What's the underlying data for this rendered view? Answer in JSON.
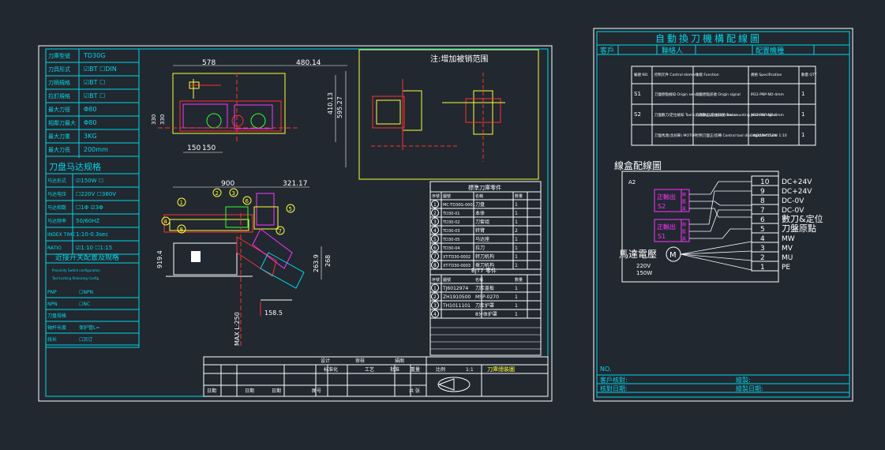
{
  "colors": {
    "background": "#212830",
    "frame": "#ffffff",
    "cyan": "#00d8e8",
    "yellow": "#ffff33",
    "green": "#33ff33",
    "red": "#ff3030",
    "magenta": "#ff33ff",
    "blue": "#3366ff",
    "orange": "#ff9900"
  },
  "left_sheet": {
    "spec_table": {
      "rows": [
        {
          "label": "刀庫型號",
          "value": "TD30G"
        },
        {
          "label": "刀具形式",
          "value": "☑BT  ☐DIN"
        },
        {
          "label": "刀柄規格",
          "value": "☑BT  ☐"
        },
        {
          "label": "拉釘規格",
          "value": "☑BT  ☐"
        },
        {
          "label": "最大刀徑",
          "value": "Φ80"
        },
        {
          "label": "相鄰刀最大",
          "value": "Φ80"
        },
        {
          "label": "最大刀重",
          "value": "3KG"
        },
        {
          "label": "最大刀長",
          "value": "200mm"
        }
      ],
      "section_motor": "刀盘马达规格",
      "motor_rows": [
        {
          "label": "马达形式",
          "value": "☑150W  ☐"
        },
        {
          "label": "马达电压",
          "value": "☐220V  ☐380V"
        },
        {
          "label": "马达相数",
          "value": "☐1Φ  ☑3Φ"
        },
        {
          "label": "马达频率",
          "value": "50/60HZ"
        },
        {
          "label": "INDEX TIME",
          "value": "1:10-0.3sec"
        },
        {
          "label": "RATIO",
          "value": "☑1:10  ☐1:15"
        }
      ],
      "section_switch": "近接开关配置及规格",
      "switch_rows": [
        {
          "label": "PNP",
          "value": "☐NPN"
        },
        {
          "label": "NPN",
          "value": "☐NC"
        },
        {
          "label": "刀盘规格",
          "value": ""
        },
        {
          "label": "轴杆长度",
          "value": "保护管L="
        },
        {
          "label": "线长",
          "value": "☐另订"
        }
      ]
    },
    "dims": {
      "top_width": "578",
      "top_right": "480.14",
      "top_h1": "330",
      "top_h2": "330",
      "bottom_w1": "150",
      "bottom_w2": "150",
      "right_v1": "410.13",
      "right_v2": "595.27",
      "side_width": "900",
      "side_right": "321.17",
      "side_height": "919.4",
      "side_v1": "263.9",
      "side_v2": "268",
      "side_bottom": "158.5",
      "side_max": "MAX L:250"
    },
    "note_title": "注:增加被销范围",
    "parts": {
      "title": "標準刀庫零件",
      "header": [
        "序號",
        "圖號",
        "名稱",
        "數量"
      ],
      "rows": [
        [
          "1",
          "MC-TD30G-0001",
          "刀盘",
          "1"
        ],
        [
          "2",
          "TD30-01",
          "本体",
          "1"
        ],
        [
          "3",
          "TD30-02",
          "刀套组",
          "1"
        ],
        [
          "4",
          "TD30-03",
          "转臂",
          "2"
        ],
        [
          "5",
          "TD30-05",
          "马达座",
          "1"
        ],
        [
          "6",
          "TD30-04",
          "拉刀",
          "1"
        ],
        [
          "7",
          "XT-TD30-0002",
          "转刀机构",
          "1"
        ],
        [
          "8",
          "XT-TD30-0003",
          "拨刀机构",
          "1"
        ]
      ],
      "sub_title": "BJT7 零件",
      "sub_header": [
        "序號",
        "圖號",
        "名稱",
        "數量"
      ],
      "sub_rows": [
        [
          "1",
          "TJ6012974",
          "刀库盖板",
          "1"
        ],
        [
          "2",
          "ZH1910500",
          "MSP-0270",
          "1"
        ],
        [
          "3",
          "TH1011101",
          "刀库护罩",
          "1"
        ],
        [
          "4",
          "",
          "8分体护罩",
          "1"
        ]
      ]
    },
    "title_block": {
      "cells": [
        "设计",
        "审核",
        "描图",
        "标准化",
        "工艺",
        "批准",
        "重量",
        "比例",
        "1:1"
      ],
      "approve_label": "图号",
      "sheet_label": "共 张",
      "bottom_labels": [
        "日期",
        "日期",
        "日期"
      ],
      "drawing_name": "刀庫總裝圖"
    }
  },
  "right_sheet": {
    "title": "自動換刀機構配線圖",
    "header": [
      {
        "label": "客戶",
        "value": ""
      },
      {
        "label": "聯絡人",
        "value": ""
      },
      {
        "label": "配置機種",
        "value": ""
      }
    ],
    "table_header": [
      "編號 NO.",
      "控制元件 Control element",
      "功能 Function",
      "規格 Specification",
      "數量 QTY"
    ],
    "table_rows": [
      [
        "S1",
        "刀盤原點檢知 Origin sensor",
        "刀盤原點訊號 Origin signal",
        "M12-PNP-NO-4mm",
        "1"
      ],
      [
        "S2",
        "刀盤數刀/定位檢知 Tool counting position sensor",
        "刀套數刀/定位訊號 Tool counting position signal",
        "M12-PNP-NO-4mm",
        "1"
      ],
      [
        "",
        "刀盤馬達(含剎車) MOTOR",
        "控制刀盤正/反轉 Control tool disk right/left turn",
        "3Φ/220V 150W 1:10",
        "1"
      ]
    ],
    "wiring_title": "線盒配線圖",
    "box_tag": "A2",
    "sensor_s2_label": "正輸出",
    "sensor_s2_id": "S2",
    "sensor_s1_label": "正輸出",
    "sensor_s1_id": "S1",
    "sensor_wire_colors": [
      "棕",
      "藍",
      "黑"
    ],
    "terminals": [
      {
        "num": "10",
        "label": "DC+24V"
      },
      {
        "num": "9",
        "label": "DC+24V"
      },
      {
        "num": "8",
        "label": "DC-0V"
      },
      {
        "num": "7",
        "label": "DC-0V"
      },
      {
        "num": "6",
        "label": "數刀&定位"
      },
      {
        "num": "5",
        "label": "刀盤原點"
      },
      {
        "num": "4",
        "label": "MW"
      },
      {
        "num": "3",
        "label": "MV"
      },
      {
        "num": "2",
        "label": "MU"
      },
      {
        "num": "1",
        "label": "PE"
      }
    ],
    "motor_label": "馬達電壓",
    "motor_symbol": "M",
    "motor_voltage": "220V",
    "motor_power": "150W",
    "no_label": "NO.",
    "footer": [
      {
        "label": "客戶核對:",
        "right": "繪製:"
      },
      {
        "label": "核對日期:",
        "right": "繪製日期:"
      }
    ]
  }
}
